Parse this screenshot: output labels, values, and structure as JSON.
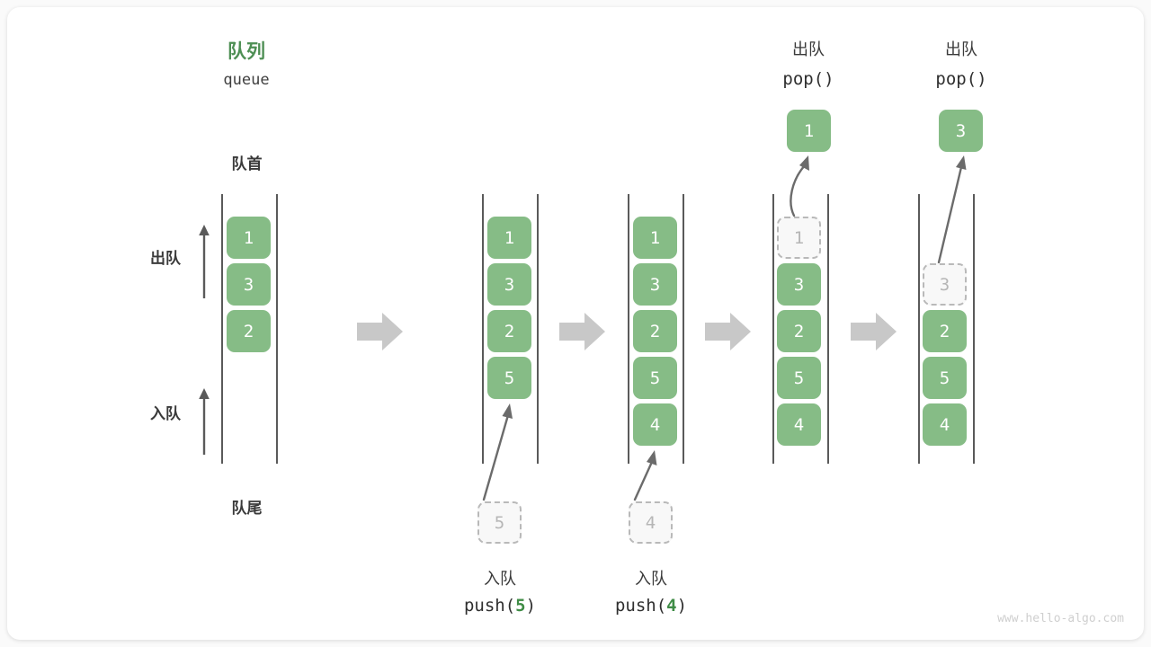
{
  "diagram": {
    "title_cn": "队列",
    "title_en": "queue",
    "front_label": "队首",
    "rear_label": "队尾",
    "dequeue_label": "出队",
    "enqueue_label": "入队",
    "watermark": "www.hello-algo.com",
    "colors": {
      "element": "#86bc86",
      "accent": "#4e8f54",
      "ghost_fill": "#f8f8f8",
      "ghost_border": "#b9b9b9",
      "rail": "#5a5a5a",
      "block_arrow": "#c8c8c8",
      "text": "#3a3a3a",
      "card": "#ffffff",
      "background": "#fafafa"
    }
  },
  "stages": [
    {
      "id": "initial",
      "items": [
        "1",
        "3",
        "2"
      ],
      "ghost_index": -1,
      "ghost_value": "",
      "popped_value": "",
      "pushed_value": "",
      "op_cn": "",
      "op_code": ""
    },
    {
      "id": "push-5",
      "items": [
        "1",
        "3",
        "2",
        "5"
      ],
      "ghost_index": -1,
      "ghost_value": "",
      "popped_value": "",
      "pushed_value": "5",
      "op_cn": "入队",
      "op_code_prefix": "push(",
      "op_code_arg": "5",
      "op_code_suffix": ")"
    },
    {
      "id": "push-4",
      "items": [
        "1",
        "3",
        "2",
        "5",
        "4"
      ],
      "ghost_index": -1,
      "ghost_value": "",
      "popped_value": "",
      "pushed_value": "4",
      "op_cn": "入队",
      "op_code_prefix": "push(",
      "op_code_arg": "4",
      "op_code_suffix": ")"
    },
    {
      "id": "pop-1",
      "items": [
        "3",
        "2",
        "5",
        "4"
      ],
      "ghost_index": 0,
      "ghost_value": "1",
      "popped_value": "1",
      "pushed_value": "",
      "op_cn": "出队",
      "op_code_prefix": "pop(",
      "op_code_arg": "",
      "op_code_suffix": ")"
    },
    {
      "id": "pop-3",
      "items": [
        "2",
        "5",
        "4"
      ],
      "ghost_index": 1,
      "ghost_value": "3",
      "popped_value": "3",
      "pushed_value": "",
      "op_cn": "出队",
      "op_code_prefix": "pop(",
      "op_code_arg": "",
      "op_code_suffix": ")"
    }
  ]
}
